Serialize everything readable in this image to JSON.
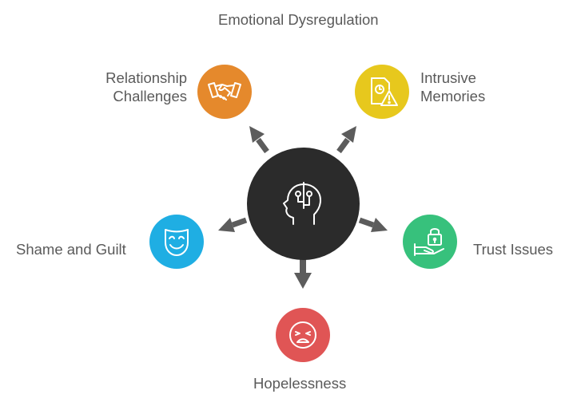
{
  "center": {
    "icon": "mind-icon",
    "color": "#2b2b2b"
  },
  "arrow_color": "#5c5c5c",
  "nodes": {
    "top": {
      "label": "Emotional Dysregulation"
    },
    "relationship": {
      "line1": "Relationship",
      "line2": "Challenges",
      "icon": "handshake-icon",
      "color": "#e5892c"
    },
    "intrusive": {
      "line1": "Intrusive",
      "line2": "Memories",
      "icon": "document-warning-icon",
      "color": "#e7c81d"
    },
    "shame": {
      "label": "Shame and Guilt",
      "icon": "smiling-mask-icon",
      "color": "#1faee3"
    },
    "trust": {
      "label": "Trust Issues",
      "icon": "lock-hand-icon",
      "color": "#37c17c"
    },
    "hopelessness": {
      "label": "Hopelessness",
      "icon": "sad-face-icon",
      "color": "#e05555"
    }
  }
}
